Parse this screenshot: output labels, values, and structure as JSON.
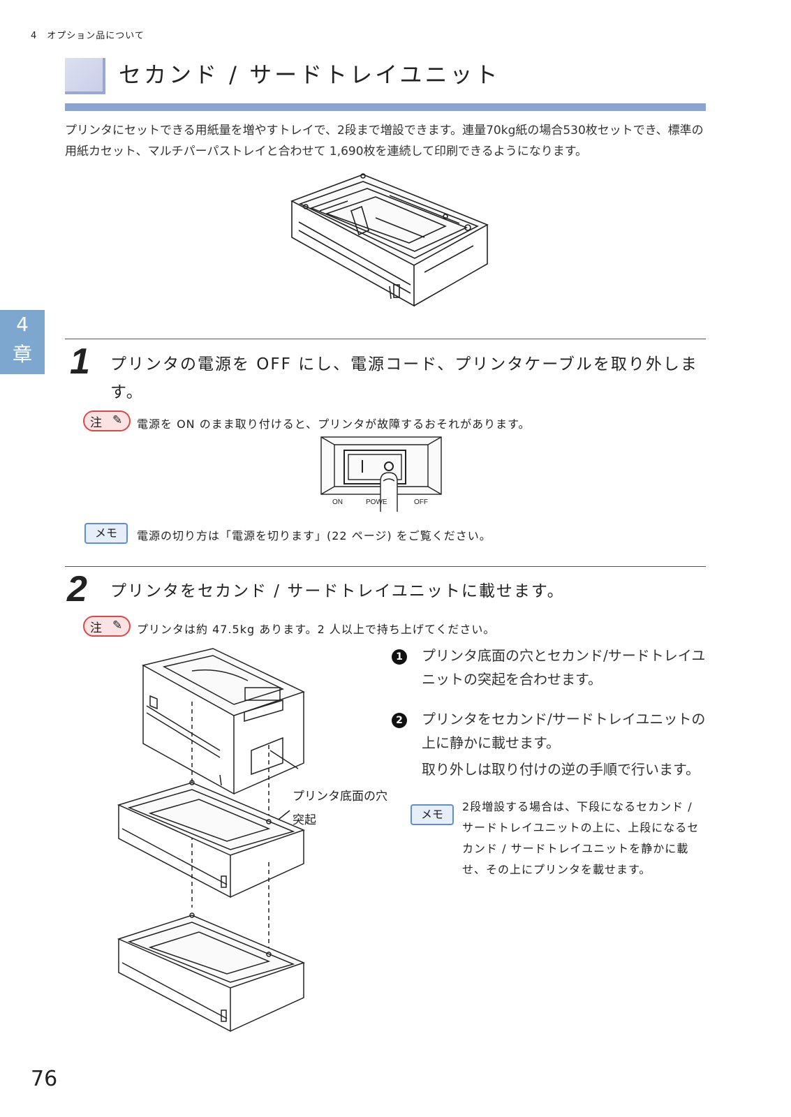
{
  "header": {
    "chapter_running": "4　オプション品について"
  },
  "section": {
    "title": "セカンド / サードトレイユニット",
    "intro": "プリンタにセットできる用紙量を増やすトレイで、2段まで増設できます。連量70kg紙の場合530枚セットでき、標準の用紙カセット、マルチパーパストレイと合わせて 1,690枚を連続して印刷できるようになります。"
  },
  "chapter_tab": {
    "number": "4",
    "label": "章"
  },
  "step1": {
    "number": "1",
    "text": "プリンタの電源を OFF にし、電源コード、プリンタケーブルを取り外します。",
    "caution_label": "注",
    "caution": "電源を ON のまま取り付けると、プリンタが故障するおそれがあります。",
    "switch_labels": {
      "on": "ON",
      "power": "POWE",
      "off": "OFF"
    },
    "memo_label": "メモ",
    "memo": "電源の切り方は「電源を切ります」(22 ページ) をご覧ください。"
  },
  "step2": {
    "number": "2",
    "text": "プリンタをセカンド / サードトレイユニットに載せます。",
    "caution_label": "注",
    "caution": "プリンタは約 47.5kg あります。2 人以上で持ち上げてください。",
    "sub_steps": [
      {
        "bullet": "1",
        "text": "プリンタ底面の穴とセカンド/サードトレイユニットの突起を合わせます。"
      },
      {
        "bullet": "2",
        "text": "プリンタをセカンド/サードトレイユニットの上に静かに載せます。"
      }
    ],
    "removal_note": "取り外しは取り付けの逆の手順で行います。",
    "callouts": {
      "hole": "プリンタ底面の穴",
      "pin": "突起"
    },
    "memo_label": "メモ",
    "memo": "2段増設する場合は、下段になるセカンド / サードトレイユニットの上に、上段になるセカンド / サードトレイユニットを静かに載せ、その上にプリンタを載せます。"
  },
  "footer": {
    "page_number": "76"
  },
  "colors": {
    "title_bar": "#8ca3d1",
    "chapter_tab": "#7ea7d0",
    "caution_border": "#d84a4a",
    "memo_border": "#5f8fc8"
  }
}
